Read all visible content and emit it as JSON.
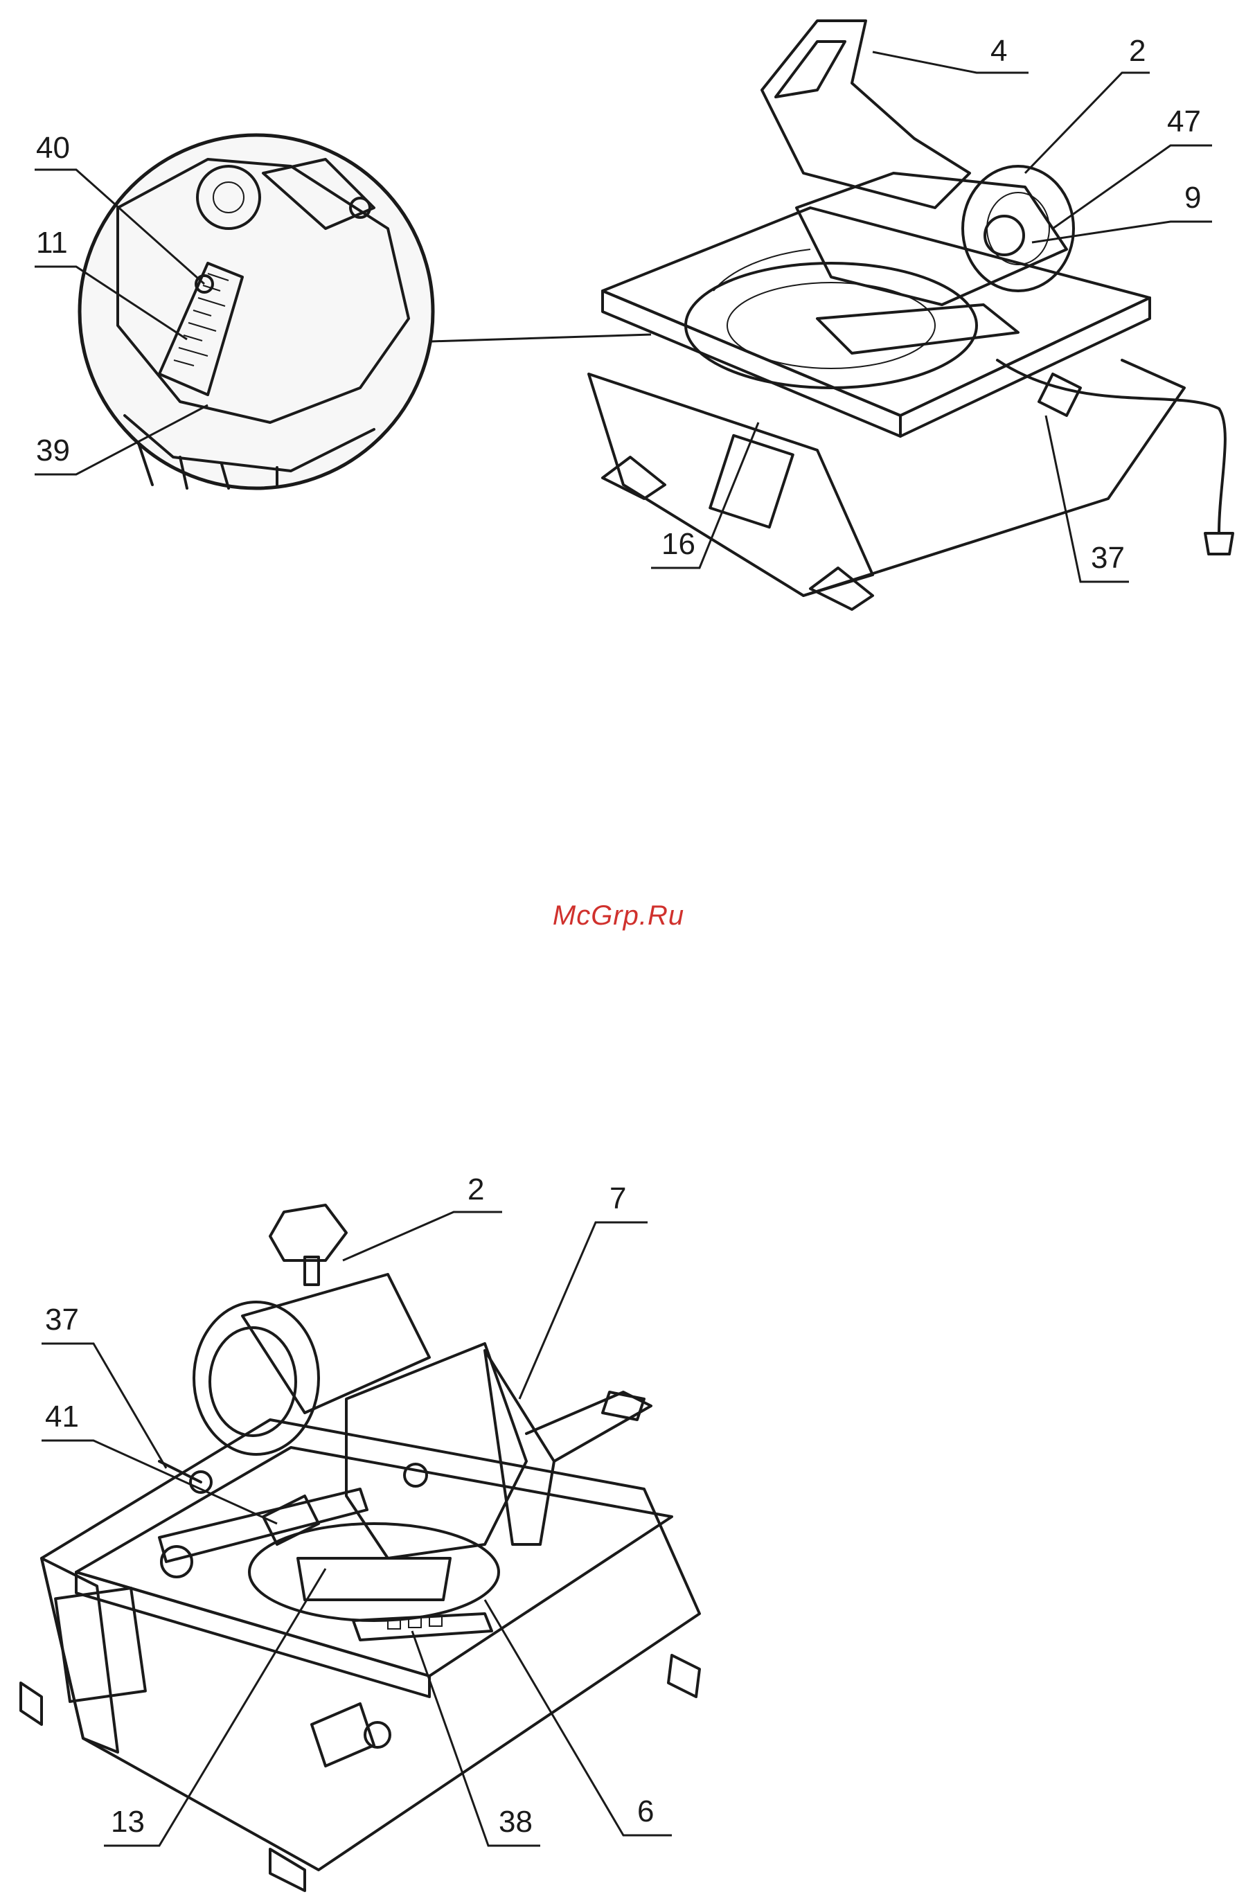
{
  "figure_top": {
    "callouts": {
      "c4": "4",
      "c2": "2",
      "c47": "47",
      "c9": "9",
      "c40": "40",
      "c11": "11",
      "c39": "39",
      "c16": "16",
      "c37": "37"
    }
  },
  "watermark": "McGrp.Ru",
  "figure_bottom": {
    "callouts": {
      "c2": "2",
      "c7": "7",
      "c37": "37",
      "c41": "41",
      "c13": "13",
      "c38": "38",
      "c6": "6"
    }
  },
  "colors": {
    "line": "#1a1a1a",
    "watermark": "#d0312d",
    "background": "#ffffff"
  }
}
